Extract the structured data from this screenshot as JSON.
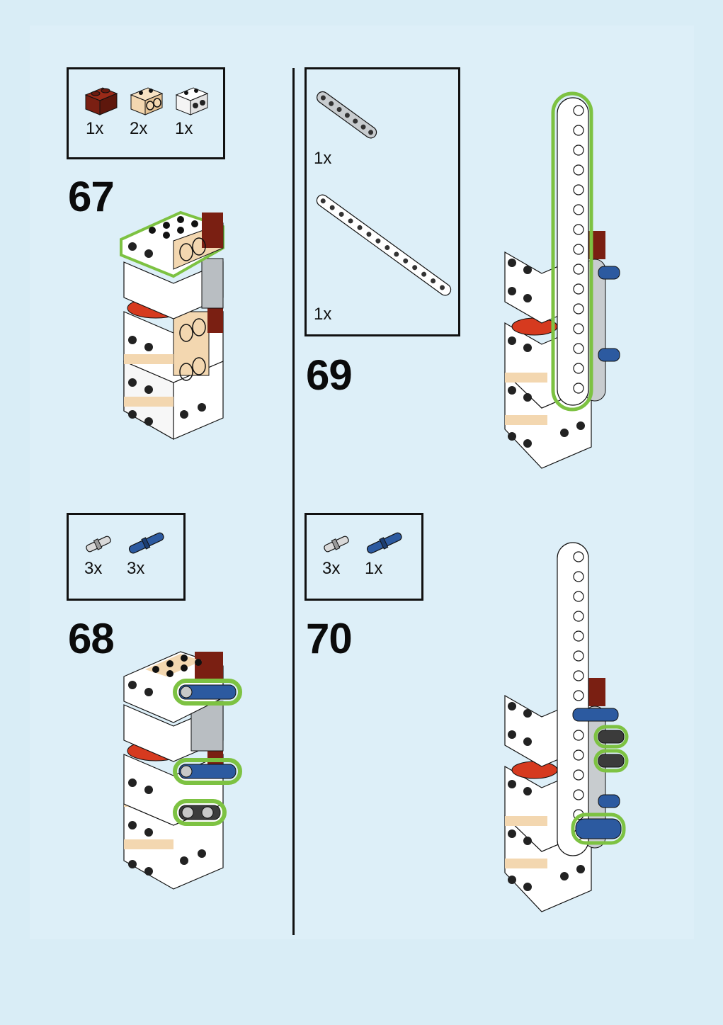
{
  "steps": [
    {
      "number": "67",
      "parts": [
        {
          "name": "brick-1x2-dark-red",
          "qty": "1x",
          "color": "#7a1f12"
        },
        {
          "name": "technic-brick-1x2-tan",
          "qty": "2x",
          "color": "#f3d7b0"
        },
        {
          "name": "technic-brick-1x2-white",
          "qty": "1x",
          "color": "#ffffff"
        }
      ]
    },
    {
      "number": "68",
      "parts": [
        {
          "name": "technic-pin-light-gray",
          "qty": "3x",
          "color": "#c8c8c8"
        },
        {
          "name": "technic-axle-pin-blue",
          "qty": "3x",
          "color": "#2c5aa0"
        }
      ]
    },
    {
      "number": "69",
      "parts": [
        {
          "name": "technic-beam-7-light-gray",
          "qty": "1x",
          "color": "#c8cccf"
        },
        {
          "name": "technic-beam-15-white",
          "qty": "1x",
          "color": "#ffffff"
        }
      ]
    },
    {
      "number": "70",
      "parts": [
        {
          "name": "technic-pin-light-gray",
          "qty": "3x",
          "color": "#c8c8c8"
        },
        {
          "name": "technic-axle-pin-blue",
          "qty": "1x",
          "color": "#2c5aa0"
        }
      ]
    }
  ],
  "colors": {
    "highlight": "#7dc242",
    "background": "#ddeff8",
    "dark_red": "#7a1f12",
    "tan": "#f3d7b0",
    "red": "#d63a1f",
    "blue": "#2c5aa0",
    "light_gray": "#b9bec2"
  }
}
